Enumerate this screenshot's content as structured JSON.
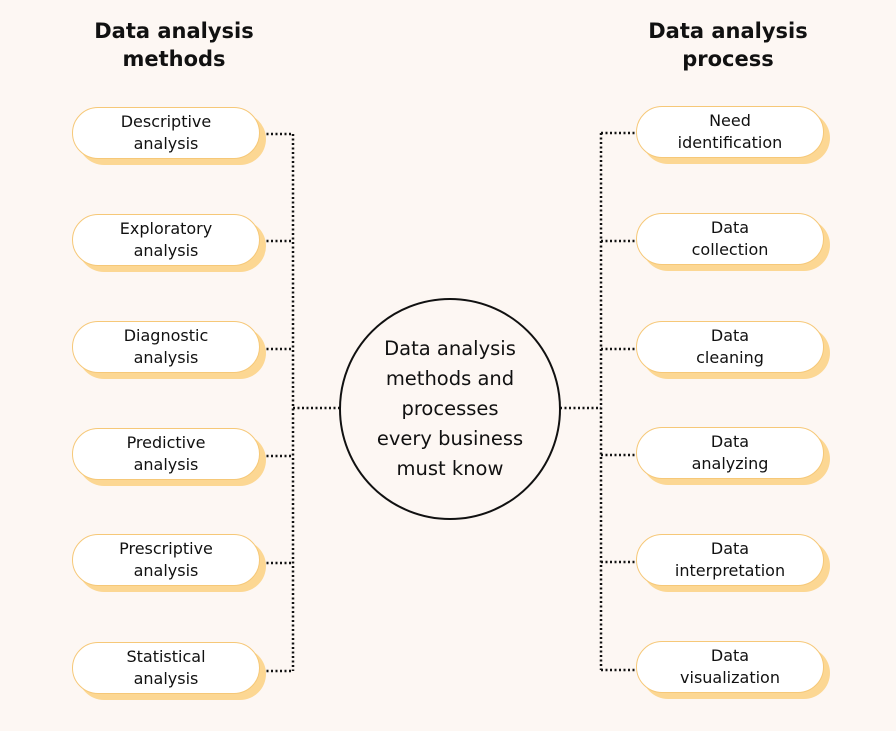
{
  "headings": {
    "left": "Data analysis\nmethods",
    "right": "Data analysis\nprocess"
  },
  "center": {
    "text": "Data analysis\nmethods and\nprocesses\nevery business\nmust know"
  },
  "methods": [
    "Descriptive\nanalysis",
    "Exploratory\nanalysis",
    "Diagnostic\nanalysis",
    "Predictive\nanalysis",
    "Prescriptive\nanalysis",
    "Statistical\nanalysis"
  ],
  "process": [
    "Need\nidentification",
    "Data\ncollection",
    "Data\ncleaning",
    "Data\nanalyzing",
    "Data\ninterpretation",
    "Data\nvisualization"
  ],
  "colors": {
    "background": "#fdf7f3",
    "pill_border": "#f6c878",
    "pill_shadow": "#fcd793",
    "line": "#111111"
  }
}
